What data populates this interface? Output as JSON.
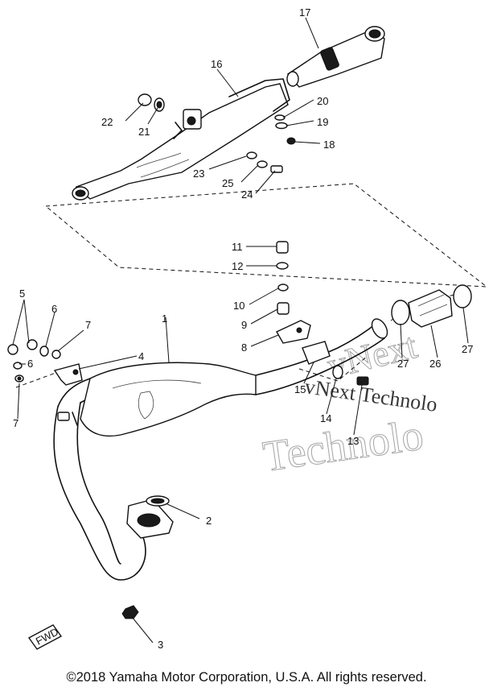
{
  "diagram": {
    "callouts": [
      "1",
      "2",
      "3",
      "4",
      "5",
      "6",
      "6",
      "7",
      "7",
      "8",
      "9",
      "10",
      "11",
      "12",
      "13",
      "14",
      "15",
      "16",
      "17",
      "18",
      "19",
      "20",
      "21",
      "22",
      "23",
      "24",
      "25",
      "26",
      "27",
      "27"
    ],
    "fwd_label": "FWD",
    "watermark": [
      "vNext",
      "vNext Technolo",
      "Technolo"
    ]
  },
  "footer": {
    "copyright": "©2018 Yamaha Motor Corporation, U.S.A. All rights reserved."
  },
  "colors": {
    "line": "#111111",
    "background": "#ffffff",
    "watermark": "#9a9a9a"
  }
}
